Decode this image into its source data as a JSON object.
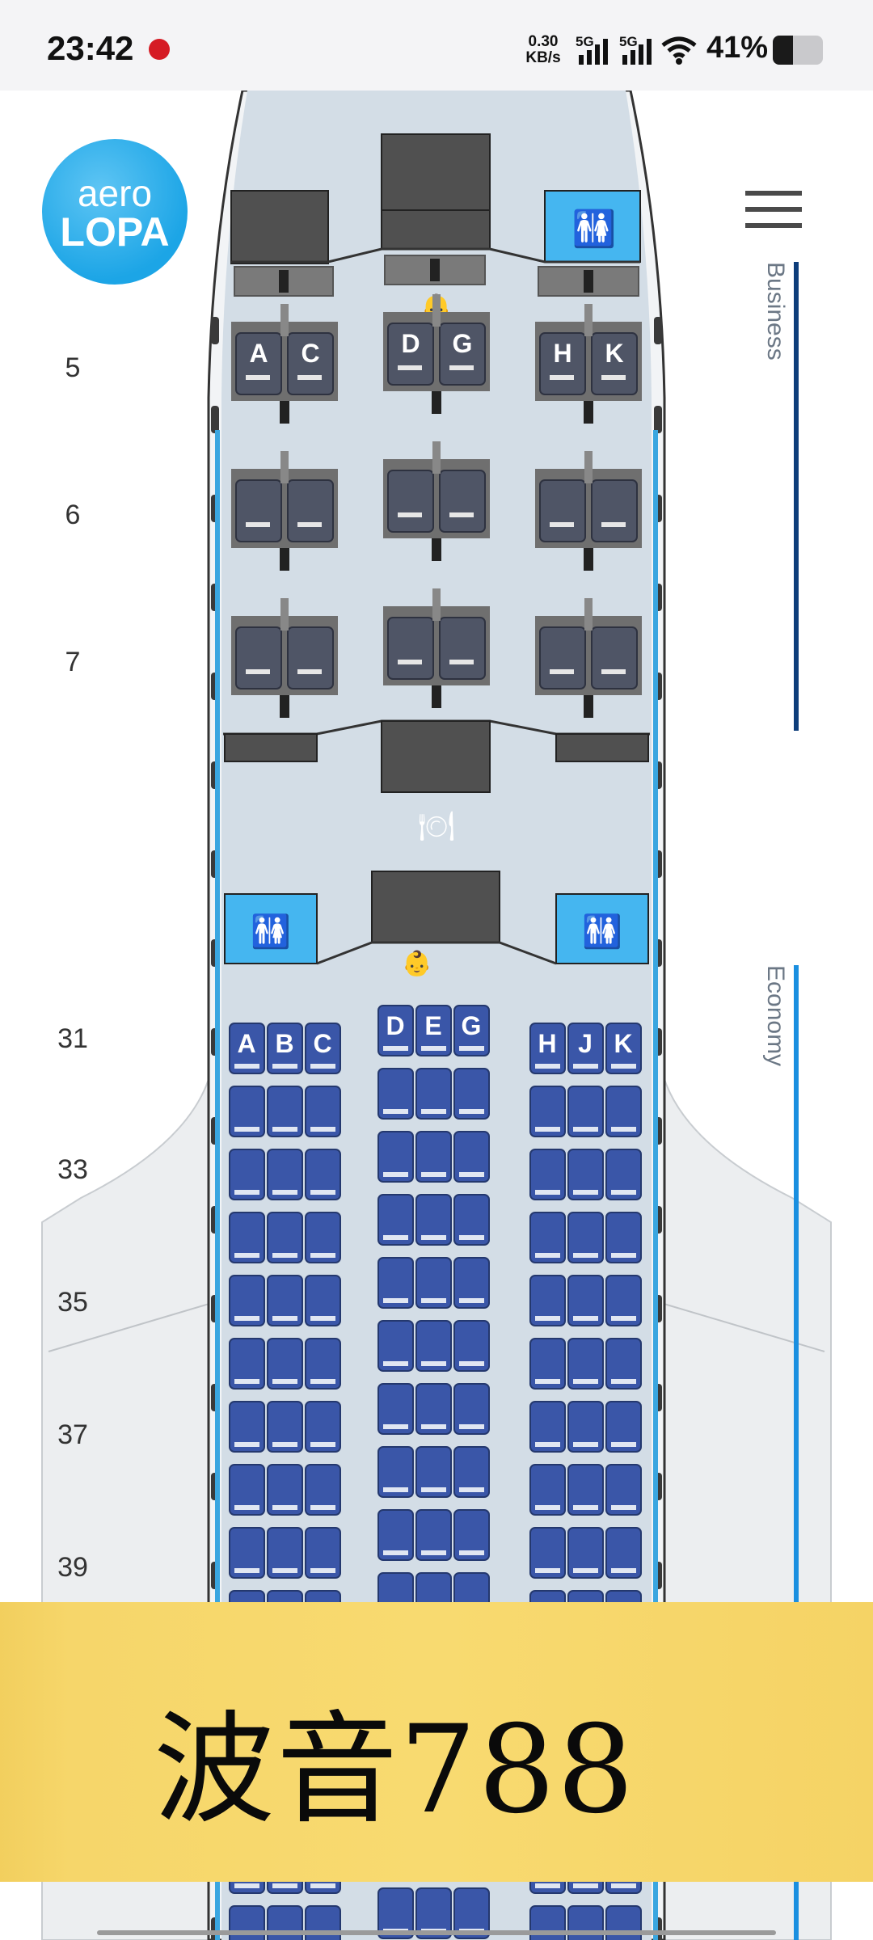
{
  "status_bar": {
    "time": "23:42",
    "net_speed_value": "0.30",
    "net_speed_unit": "KB/s",
    "signal1_label": "5G",
    "signal2_label": "5G",
    "battery_percent": "41%",
    "battery_level": 0.41
  },
  "logo": {
    "line1": "aero",
    "line2": "LOPA"
  },
  "menu": {
    "icon": "hamburger-menu-icon"
  },
  "cabins": [
    {
      "name": "Business",
      "color": "#0d3d7a"
    },
    {
      "name": "Economy",
      "color": "#1a8fe0"
    }
  ],
  "business": {
    "rows": [
      "5",
      "6",
      "7"
    ],
    "left_letters": [
      "A",
      "C"
    ],
    "center_letters": [
      "D",
      "G"
    ],
    "right_letters": [
      "H",
      "K"
    ],
    "seat_color": "#4f5566"
  },
  "economy": {
    "row_labels": [
      "31",
      "33",
      "35",
      "37",
      "39"
    ],
    "left_letters": [
      "A",
      "B",
      "C"
    ],
    "center_letters": [
      "D",
      "E",
      "G"
    ],
    "right_letters": [
      "H",
      "J",
      "K"
    ],
    "seat_color": "#3a56a8"
  },
  "colors": {
    "cabin_floor": "#d3dde6",
    "lavatory": "#45b6f0",
    "galley": "#505050"
  },
  "icons": [
    "lavatory-icon",
    "galley-icon",
    "baby-bassinet-icon"
  ],
  "banner": {
    "text": "波音788"
  }
}
